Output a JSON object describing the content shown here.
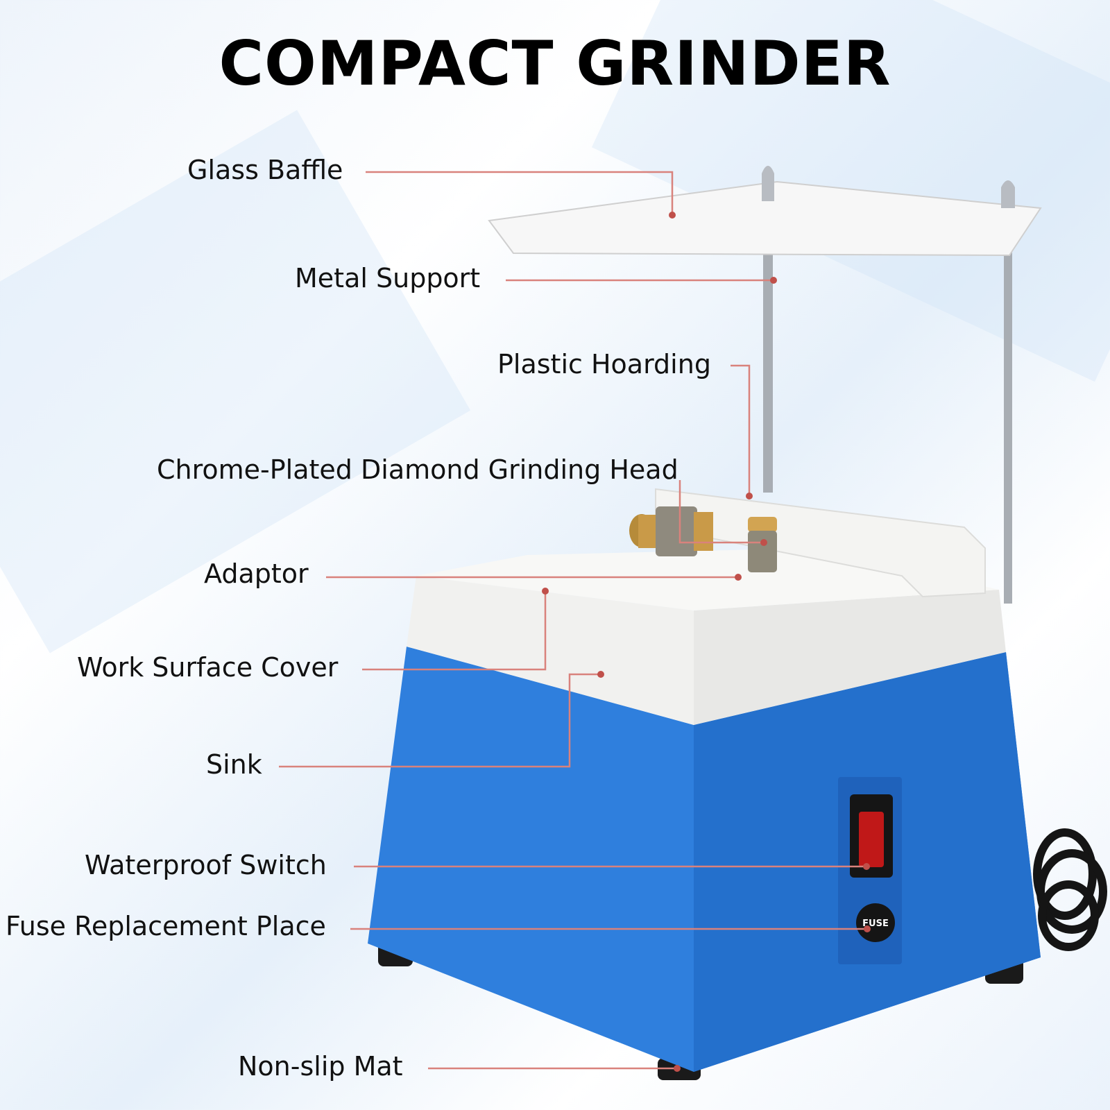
{
  "title": "COMPACT GRINDER",
  "labels": {
    "glass_baffle": "Glass Baffle",
    "metal_support": "Metal Support",
    "plastic_hoarding": "Plastic Hoarding",
    "grinding_head": "Chrome-Plated Diamond Grinding Head",
    "adaptor": "Adaptor",
    "work_surface_cover": "Work Surface Cover",
    "sink": "Sink",
    "waterproof_switch": "Waterproof Switch",
    "fuse_place": "Fuse Replacement Place",
    "non_slip_mat": "Non-slip Mat"
  },
  "fuse_text": "FUSE",
  "colors": {
    "body_blue": "#2f7fdd",
    "leader_line": "#d9827c",
    "leader_dot": "#c0504a",
    "cover_white": "#f4f4f2"
  }
}
